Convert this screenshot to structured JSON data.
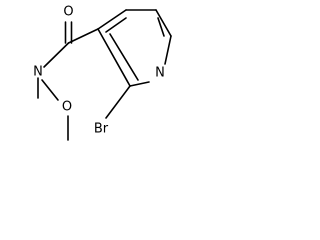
{
  "atoms": {
    "oxygen_carbonyl": "O",
    "nitrogen_amide": "N",
    "oxygen_methoxy": "O",
    "nitrogen_ring": "N",
    "bromine": "Br"
  },
  "colors": {
    "bond": "#000000",
    "label": "#000000",
    "background": "#ffffff"
  }
}
